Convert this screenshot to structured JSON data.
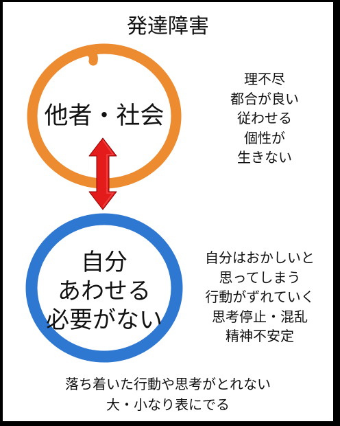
{
  "title": "発達障害",
  "colors": {
    "top_ring": "#ec8b2f",
    "bottom_ring": "#2e78d2",
    "arrow": "#e31b1b",
    "frame": "#000000",
    "panel": "#ffffff"
  },
  "top_circle": {
    "label": "他者・社会",
    "notes": [
      "理不尽",
      "都合が良い",
      "従わせる",
      "個性が",
      "生きない"
    ]
  },
  "bottom_circle": {
    "lines": [
      "自分",
      "あわせる",
      "必要がない"
    ],
    "notes": [
      "自分はおかしいと",
      "思ってしまう",
      "行動がずれていく",
      "思考停止・混乱",
      "精神不安定"
    ]
  },
  "bottom_note": {
    "lines": [
      "落ち着いた行動や思考がとれない",
      "大・小なり表にでる"
    ]
  },
  "arrow_icon": "double-headed-vertical-arrow"
}
